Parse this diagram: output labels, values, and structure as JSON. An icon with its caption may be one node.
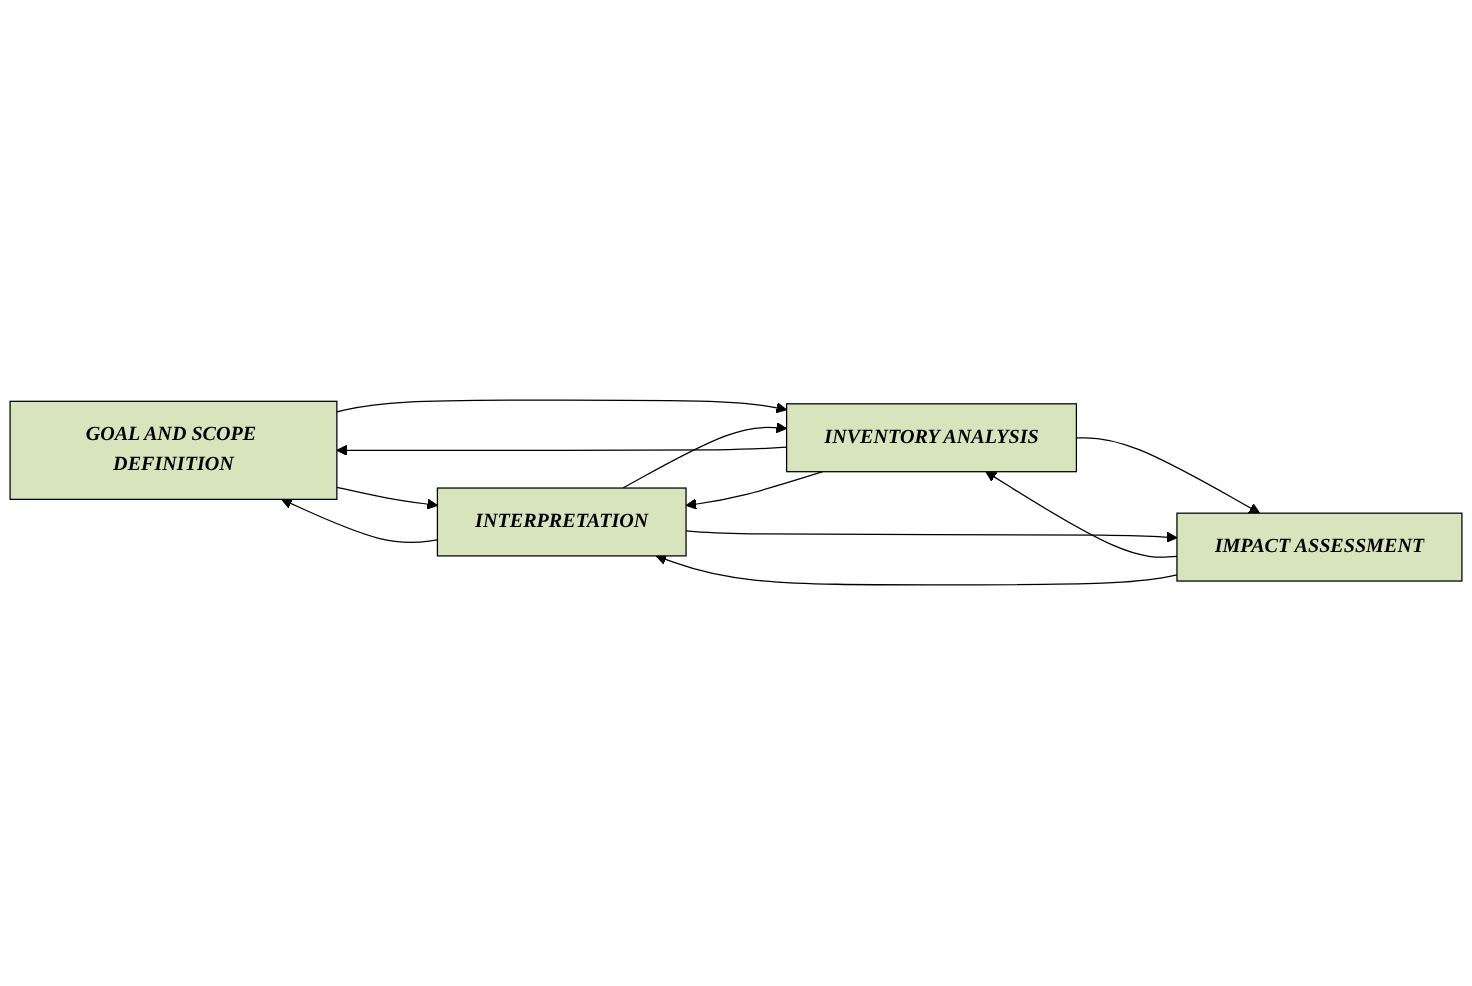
{
  "diagram": {
    "nodes": [
      {
        "text": [
          "GOAL AND SCOPE DEFINITION"
        ]
      },
      {
        "text": [
          "INVENTORY ANALYSIS"
        ]
      },
      {
        "text": [
          "IMPACT ASSESSMENT"
        ]
      },
      {
        "text": [
          "INTERPRETATION"
        ]
      }
    ],
    "edges": [
      {
        "from": 0,
        "to": 3,
        "arrow": "to"
      },
      {
        "from": 3,
        "to": 0,
        "arrow": "to"
      },
      {
        "from": 1,
        "to": 0,
        "arrow": "to"
      },
      {
        "from": 0,
        "to": 1,
        "arrow": "to"
      },
      {
        "from": 1,
        "to": 3,
        "arrow": "to"
      },
      {
        "from": 3,
        "to": 1,
        "arrow": "to"
      },
      {
        "from": 2,
        "to": 1,
        "arrow": "to"
      },
      {
        "from": 1,
        "to": 2,
        "arrow": "to"
      },
      {
        "from": 2,
        "to": 3,
        "arrow": "to"
      },
      {
        "from": 3,
        "to": 2,
        "arrow": "to"
      }
    ]
  }
}
